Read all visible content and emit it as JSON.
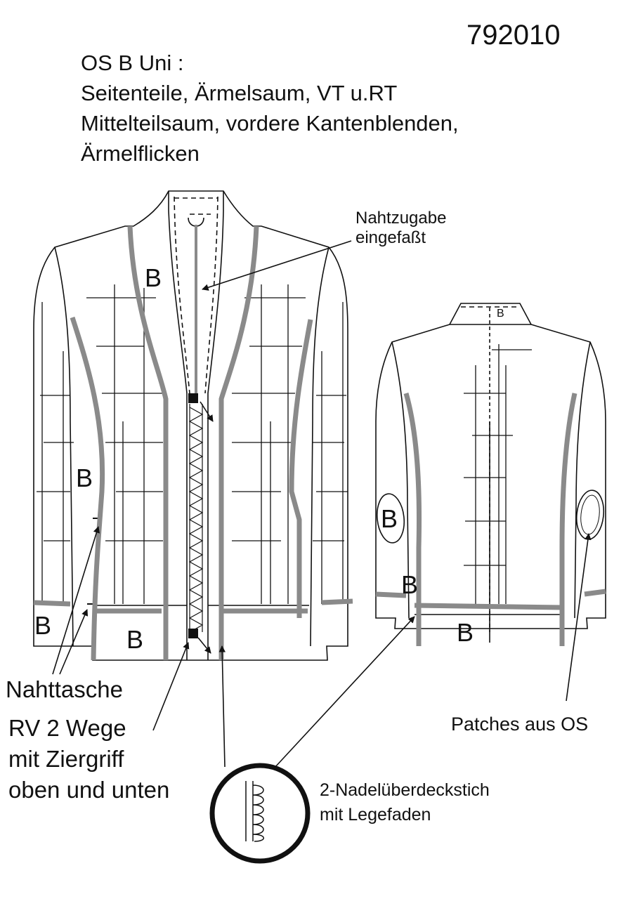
{
  "article_number": "792010",
  "header": {
    "line1": "OS B Uni :",
    "line2": "Seitenteile, Ärmelsaum, VT u.RT",
    "line3": "Mittelteilsaum, vordere Kantenblenden,",
    "line4": "Ärmelflicken"
  },
  "material_mark": "B",
  "callouts": {
    "seam_allowance_line1": "Nahtzugabe",
    "seam_allowance_line2": "eingefaßt",
    "seam_pocket": "Nahttasche",
    "zipper_line1": "RV 2 Wege",
    "zipper_line2": "mit Ziergriff",
    "zipper_line3": "oben und unten",
    "stitch_line1": "2-Nadelüberdeckstich",
    "stitch_line2": "mit Legefaden",
    "patches": "Patches aus OS"
  },
  "colors": {
    "outline": "#111111",
    "contrast_panel": "#8a8a8a",
    "background": "#ffffff"
  }
}
